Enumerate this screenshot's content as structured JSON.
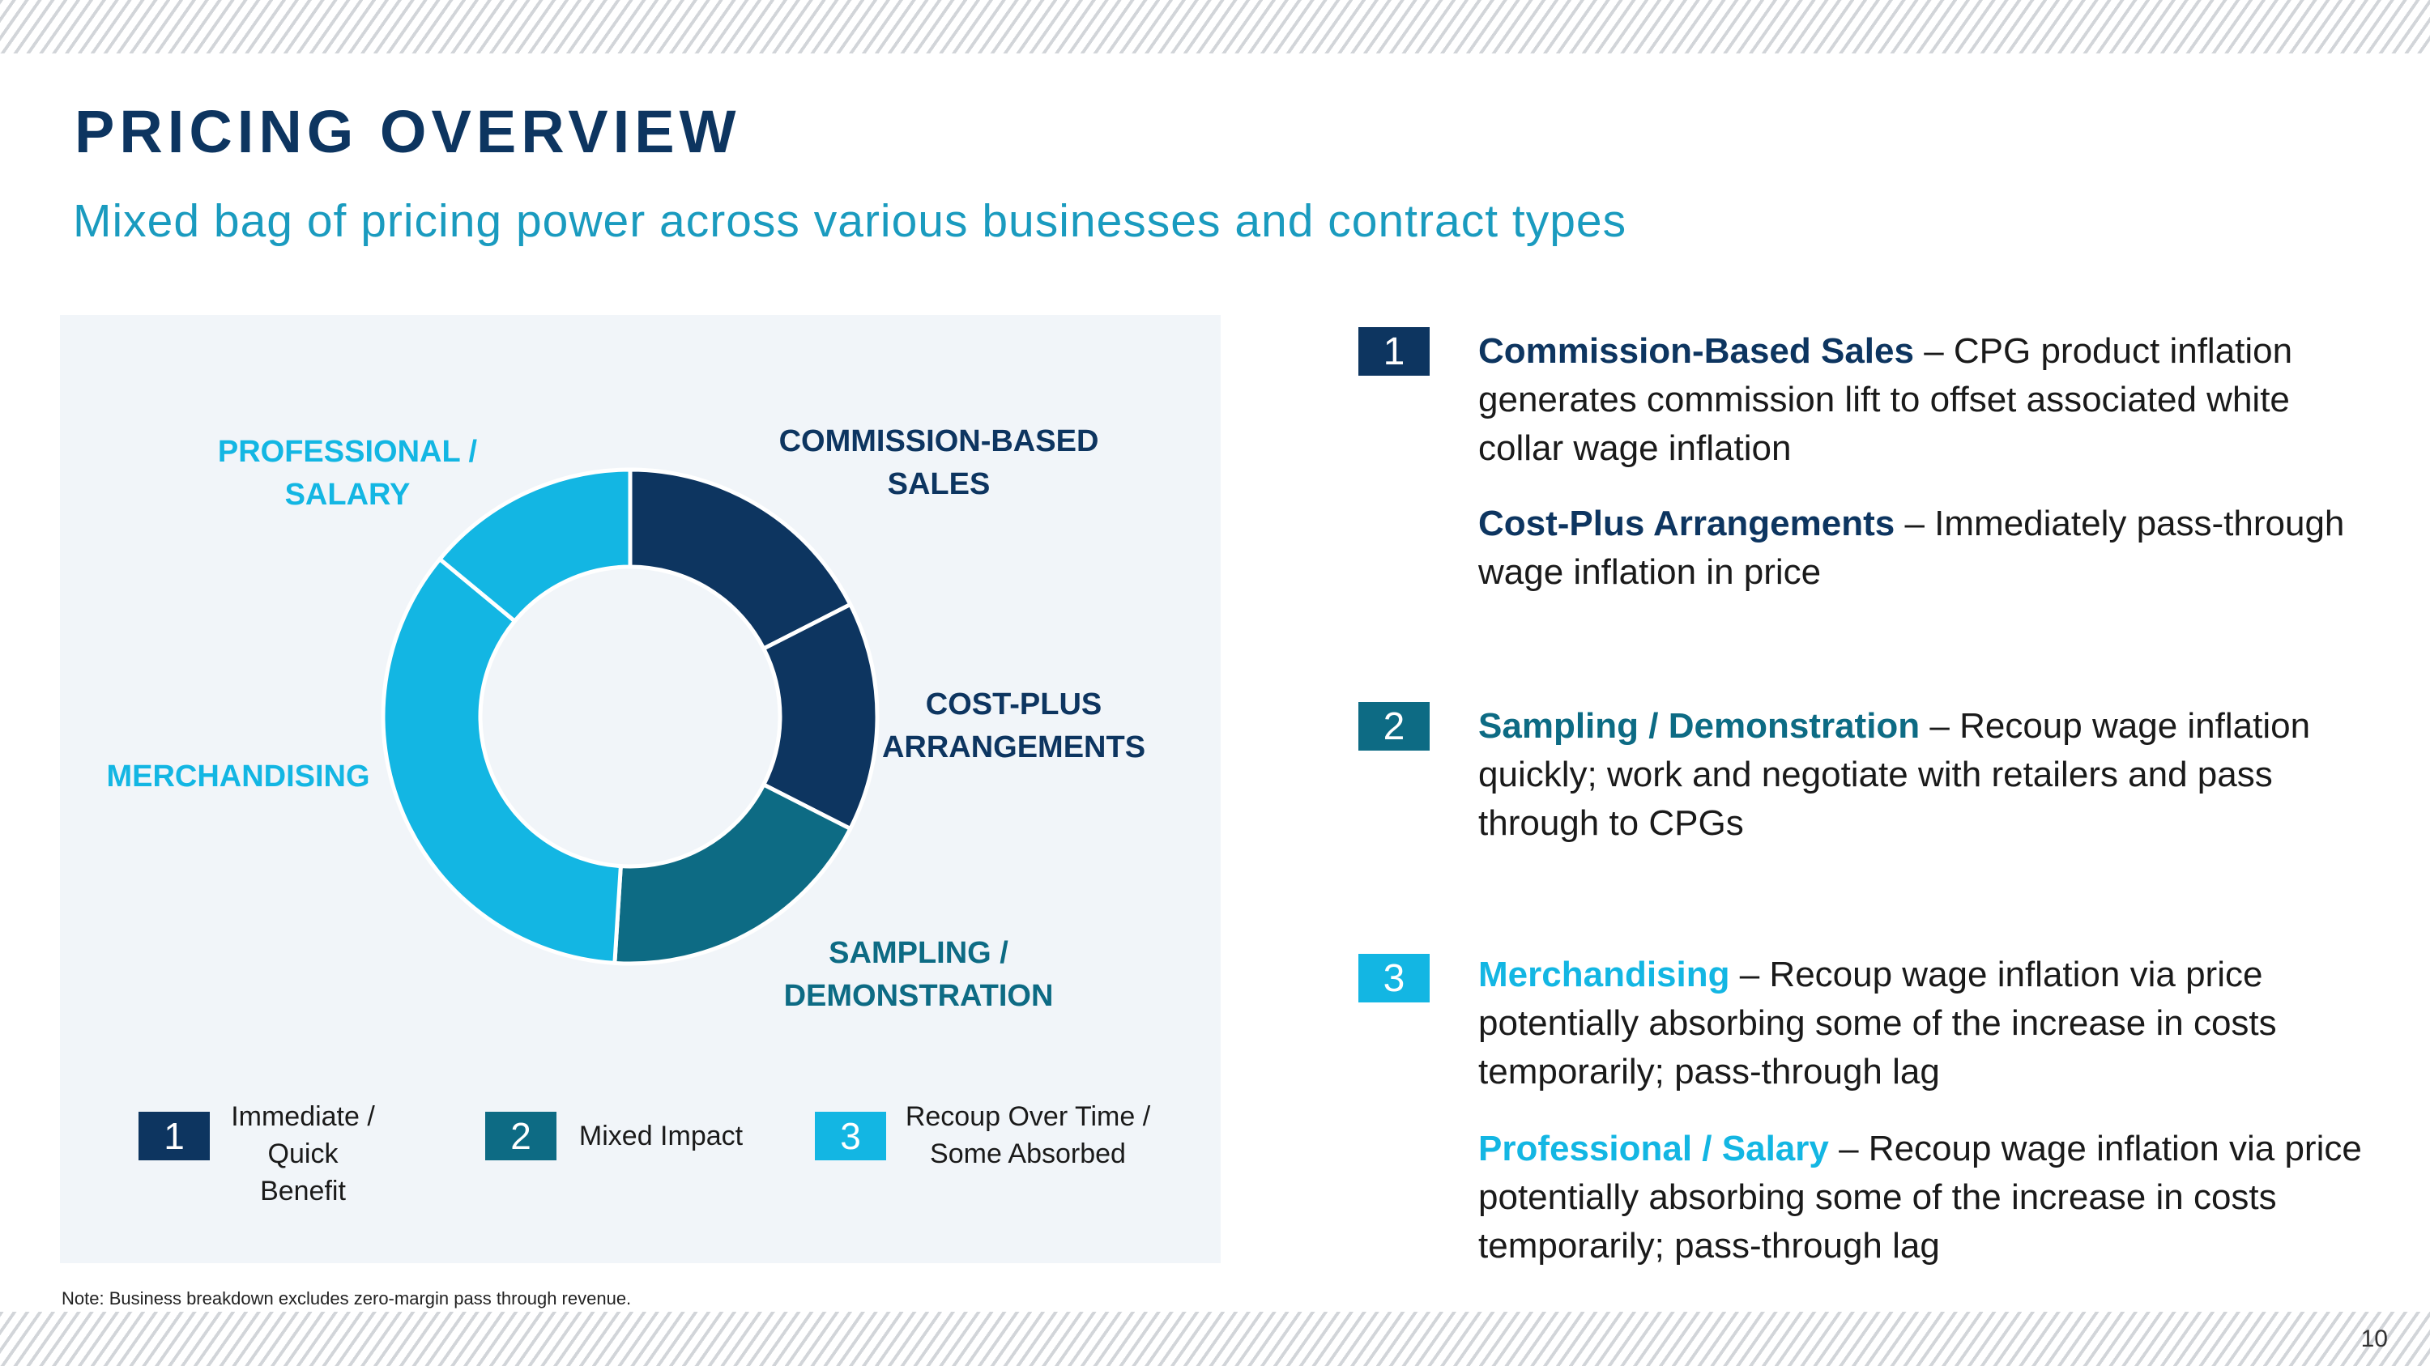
{
  "header": {
    "title": "PRICING OVERVIEW",
    "subtitle": "Mixed bag of pricing power across various businesses and contract types"
  },
  "colors": {
    "dark_navy": "#0d3560",
    "teal": "#0d6b84",
    "light_cyan": "#13b6e3",
    "panel_bg": "#f1f5f9"
  },
  "chart_data": {
    "type": "donut",
    "segments": [
      {
        "label": "COMMISSION-BASED\nSALES",
        "value": 17.5,
        "category": 1,
        "color": "#0d3560"
      },
      {
        "label": "COST-PLUS\nARRANGEMENTS",
        "value": 15.0,
        "category": 1,
        "color": "#0d3560"
      },
      {
        "label": "SAMPLING /\nDEMONSTRATION",
        "value": 18.5,
        "category": 2,
        "color": "#0d6b84"
      },
      {
        "label": "MERCHANDISING",
        "value": 35.0,
        "category": 3,
        "color": "#13b6e3"
      },
      {
        "label": "PROFESSIONAL /\nSALARY",
        "value": 14.0,
        "category": 3,
        "color": "#13b6e3"
      }
    ]
  },
  "legend": [
    {
      "number": "1",
      "text": "Immediate /\nQuick Benefit",
      "color": "#0d3560"
    },
    {
      "number": "2",
      "text": "Mixed Impact",
      "color": "#0d6b84"
    },
    {
      "number": "3",
      "text": "Recoup Over Time /\nSome Absorbed",
      "color": "#13b6e3"
    }
  ],
  "note": "Note: Business breakdown excludes zero-margin pass through revenue.",
  "descriptions": [
    {
      "number": "1",
      "color": "#0d3560",
      "items": [
        {
          "bold": "Commission-Based Sales",
          "text": " – CPG product inflation generates commission lift to offset associated white collar wage inflation"
        },
        {
          "bold": "Cost-Plus Arrangements",
          "text": " – Immediately pass-through wage inflation in price"
        }
      ]
    },
    {
      "number": "2",
      "color": "#0d6b84",
      "items": [
        {
          "bold": "Sampling / Demonstration",
          "text": " – Recoup wage inflation quickly; work and negotiate with retailers and pass through to CPGs"
        }
      ]
    },
    {
      "number": "3",
      "color": "#13b6e3",
      "items": [
        {
          "bold": "Merchandising",
          "text": " – Recoup wage inflation via price potentially absorbing some of the increase in costs temporarily; pass-through lag"
        },
        {
          "bold": "Professional / Salary",
          "text": " – Recoup wage inflation via price potentially absorbing some of the increase in costs temporarily; pass-through lag"
        }
      ]
    }
  ],
  "page_number": "10"
}
